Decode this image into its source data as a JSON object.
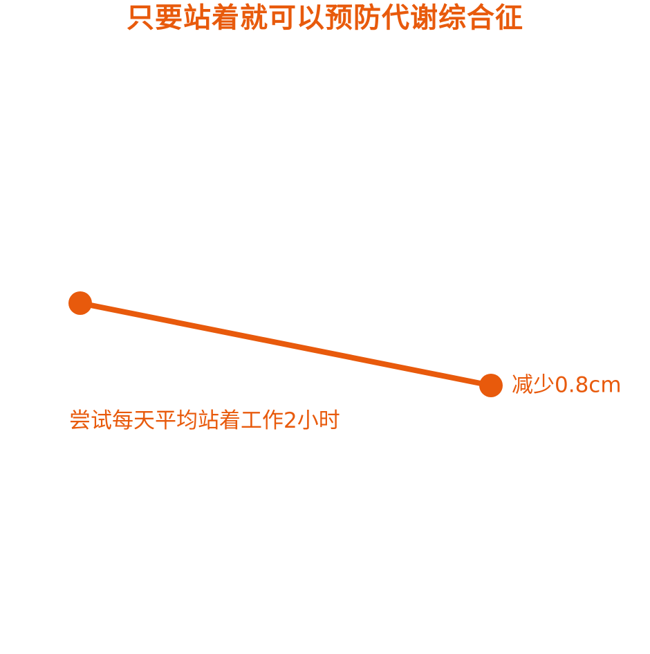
{
  "colors": {
    "accent": "#E85A0C",
    "background": "#FFFFFF"
  },
  "chart_data": {
    "type": "line",
    "title": "只要站着就可以预防代谢综合征",
    "xlabel": "尝试每天平均站着工作2小时",
    "ylabel": "",
    "grid": false,
    "legend": "none",
    "series": [
      {
        "points": [
          {
            "x": 0,
            "y": 0,
            "label": ""
          },
          {
            "x": 2,
            "y": -0.8,
            "label": "减少0.8cm"
          }
        ]
      }
    ],
    "xlim": [
      0,
      2
    ],
    "ylim": [
      -0.8,
      0
    ]
  }
}
